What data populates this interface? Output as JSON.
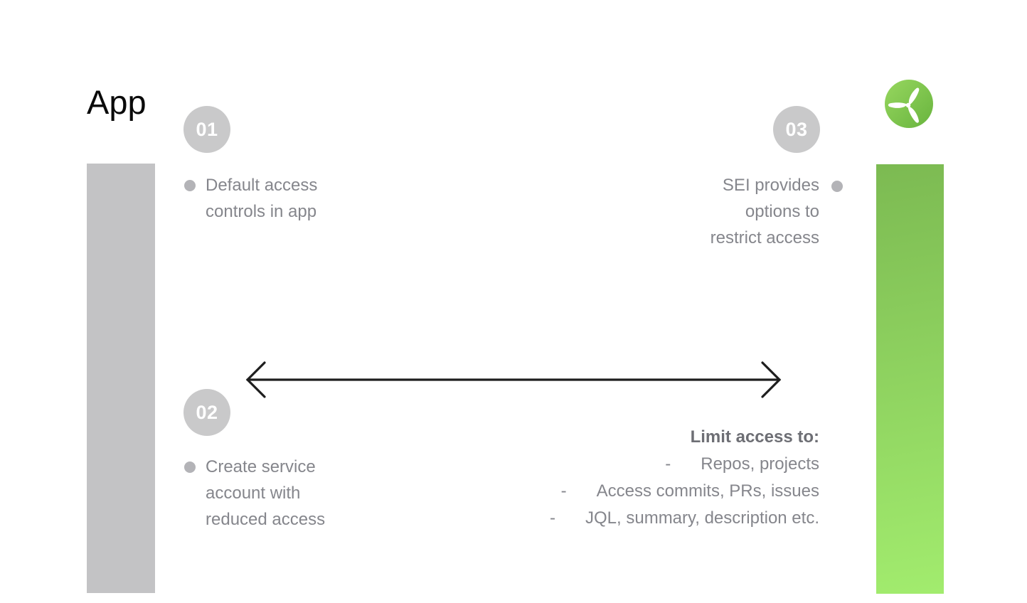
{
  "title": "App",
  "brand": {
    "logo_icon": "propeller-logo"
  },
  "steps": [
    {
      "number": "01",
      "lines": [
        "Default access",
        "controls in app"
      ]
    },
    {
      "number": "02",
      "lines": [
        "Create service",
        "account with",
        "reduced access"
      ]
    },
    {
      "number": "03",
      "lines": [
        "SEI provides",
        "options to",
        "restrict access"
      ]
    }
  ],
  "limit": {
    "heading": "Limit access to:",
    "dash": "-",
    "items": [
      "Repos, projects",
      "Access commits, PRs, issues",
      "JQL, summary, description etc."
    ]
  },
  "colors": {
    "bar_gray": "#c3c3c5",
    "badge_gray": "#c9c9ca",
    "bullet_dot": "#b3b3b7",
    "text_gray": "#85868c",
    "heading_gray": "#6d6e74",
    "green_top": "#7cba52",
    "green_bottom": "#a2ec6e",
    "logo_green_light": "#97d75f",
    "logo_green_dark": "#68b43e",
    "arrow": "#1e1e1e"
  }
}
